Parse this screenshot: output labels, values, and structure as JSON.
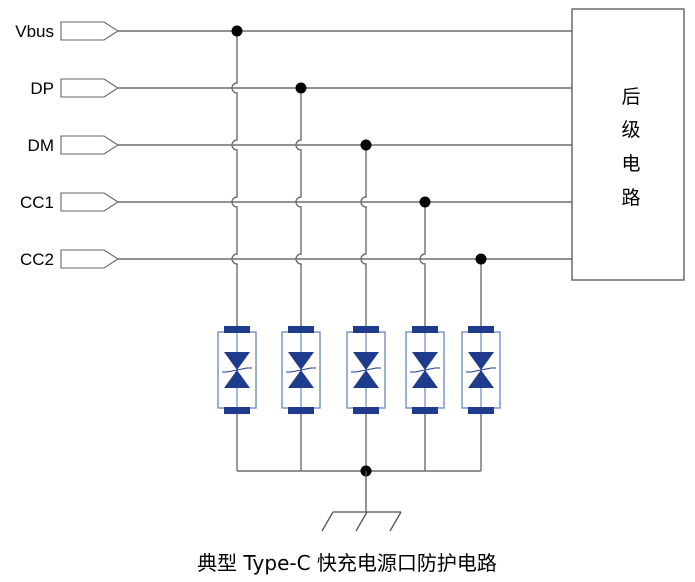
{
  "diagram": {
    "title": "典型 Type-C 快充电源口防护电路",
    "signals": [
      {
        "name": "Vbus",
        "tap_column": 0
      },
      {
        "name": "DP",
        "tap_column": 1
      },
      {
        "name": "DM",
        "tap_column": 2
      },
      {
        "name": "CC1",
        "tap_column": 3
      },
      {
        "name": "CC2",
        "tap_column": 4
      }
    ],
    "downstream_block": {
      "label_chars": [
        "后",
        "级",
        "电",
        "路"
      ]
    },
    "protection_device": "TVS diode (bidirectional)",
    "tvs_count": 5,
    "ground": "ground-symbol",
    "colors": {
      "line": "#6e6e6e",
      "tvs_fill": "#1f3c8c",
      "tvs_outline": "#6a86c4",
      "node": "#000000"
    }
  }
}
